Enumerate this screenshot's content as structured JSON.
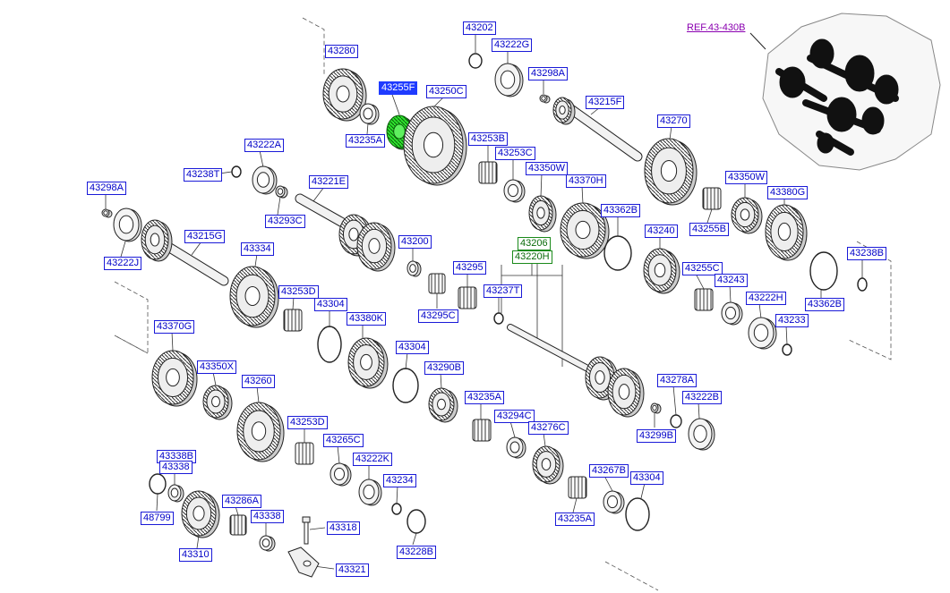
{
  "diagram": {
    "reference": "REF.43-430B",
    "highlighted_part": "43255F",
    "colors": {
      "label": "#0000c8",
      "highlight_bg": "#1f3bff",
      "highlight_part": "#2ee62e",
      "reference": "#8a00b0"
    },
    "part_labels": [
      "43280",
      "43255F",
      "43235A",
      "43250C",
      "43202",
      "43222G",
      "43298A",
      "43215F",
      "43253B",
      "43253C",
      "43270",
      "43350W",
      "43370H",
      "43362B",
      "43240",
      "43350W",
      "43380G",
      "43255B",
      "43222A",
      "43238T",
      "43221E",
      "43293C",
      "43298A",
      "43215G",
      "43222J",
      "43200",
      "43206",
      "43220H",
      "43295",
      "43237T",
      "43295C",
      "43255C",
      "43243",
      "43222H",
      "43233",
      "43238B",
      "43362B",
      "43334",
      "43253D",
      "43304",
      "43380K",
      "43304",
      "43290B",
      "43370G",
      "43350X",
      "43260",
      "43235A",
      "43294C",
      "43276C",
      "43278A",
      "43222B",
      "43299B",
      "43253D",
      "43265C",
      "43222K",
      "43234",
      "43267B",
      "43304",
      "43235A",
      "43338B",
      "43338",
      "48799",
      "43286A",
      "43338",
      "43310",
      "43318",
      "43321",
      "43228B"
    ]
  }
}
